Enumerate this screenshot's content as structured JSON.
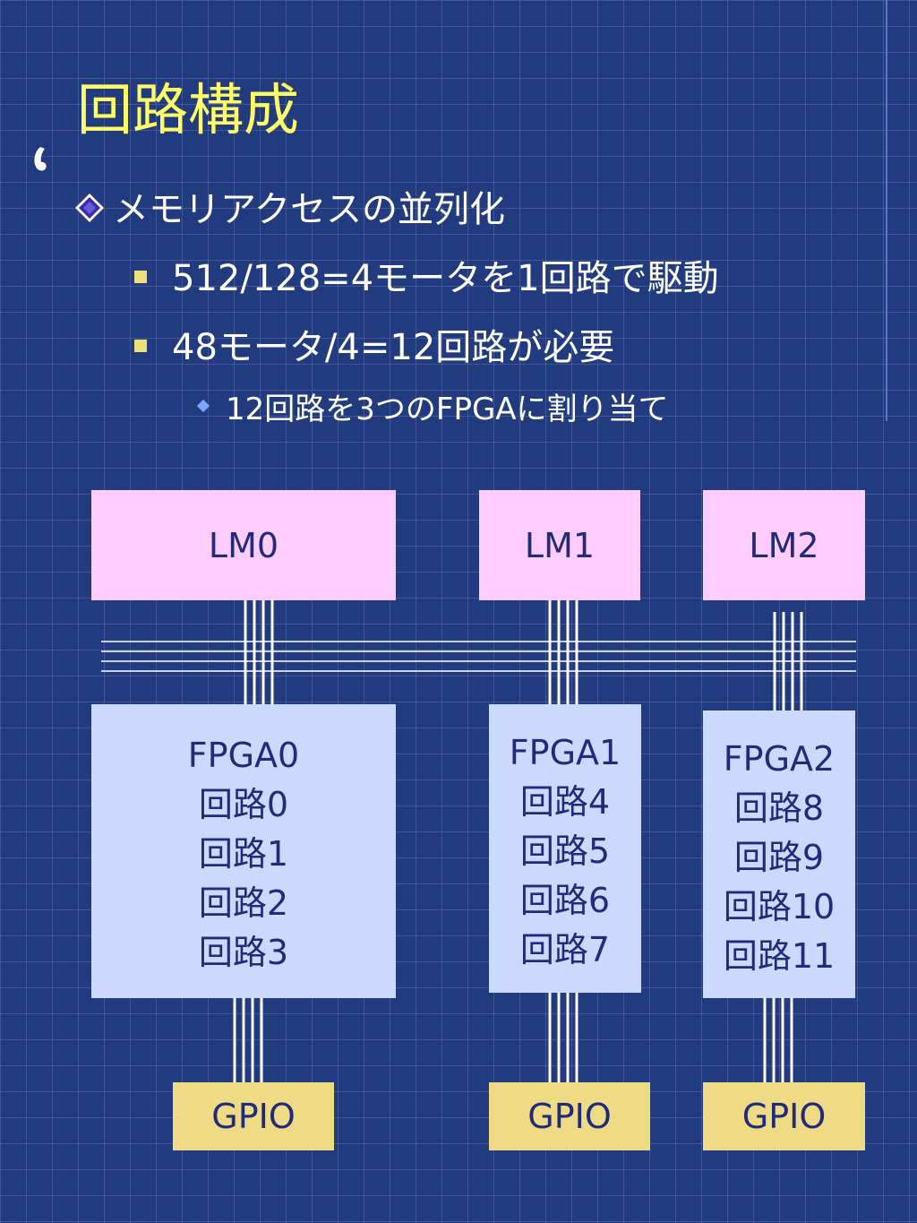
{
  "title": "回路構成",
  "bullets": {
    "level1": "メモリアクセスの並列化",
    "level2": [
      "512/128=4モータを1回路で駆動",
      "48モータ/4=12回路が必要"
    ],
    "level3": "12回路を3つのFPGAに割り当て"
  },
  "diagram": {
    "lm": [
      "LM0",
      "LM1",
      "LM2"
    ],
    "fpga": [
      {
        "name": "FPGA0",
        "circuits": [
          "回路0",
          "回路1",
          "回路2",
          "回路3"
        ]
      },
      {
        "name": "FPGA1",
        "circuits": [
          "回路4",
          "回路5",
          "回路6",
          "回路7"
        ]
      },
      {
        "name": "FPGA2",
        "circuits": [
          "回路8",
          "回路9",
          "回路10",
          "回路11"
        ]
      }
    ],
    "gpio": [
      "GPIO",
      "GPIO",
      "GPIO"
    ]
  },
  "colors": {
    "background": "#223a7e",
    "title": "#ffff66",
    "lm_box": "#ffccff",
    "fpga_box": "#ccd9ff",
    "gpio_box": "#efdb85",
    "box_text": "#222a7a"
  }
}
